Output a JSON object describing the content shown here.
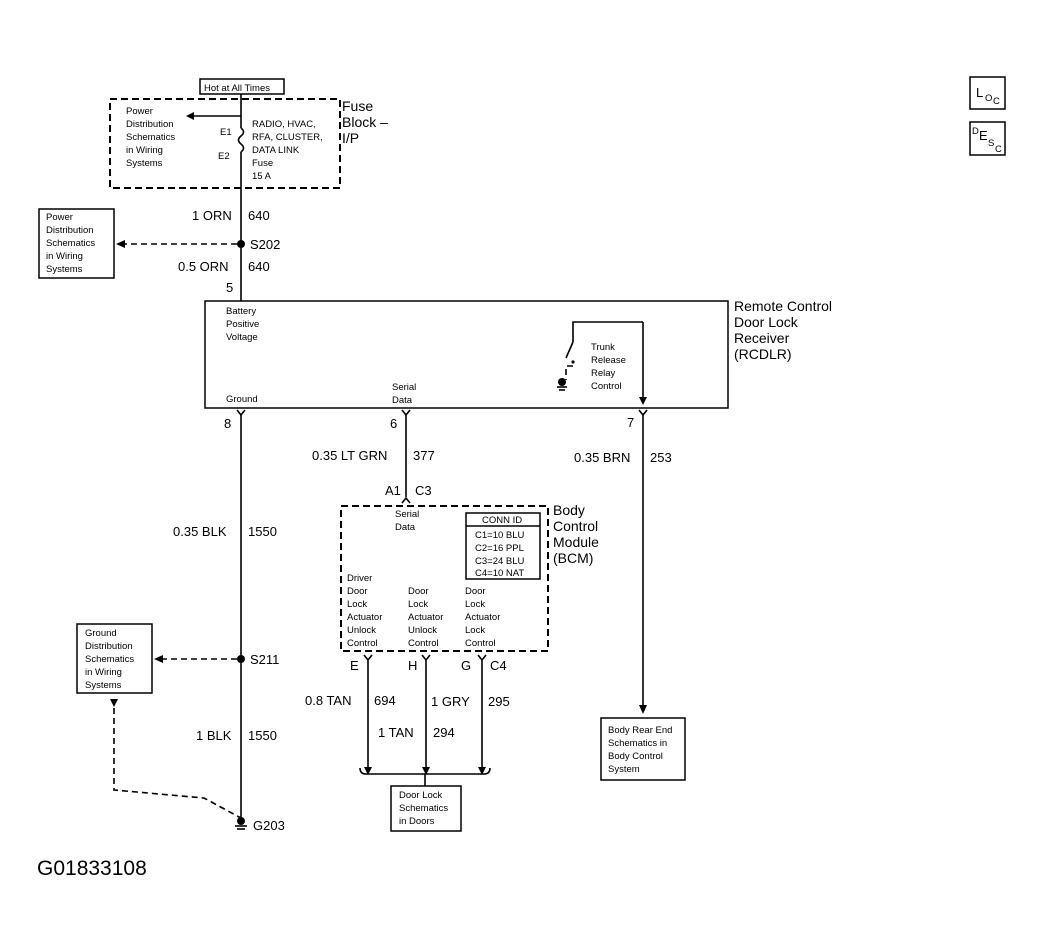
{
  "header": {
    "hot_label": "Hot at All Times",
    "loc_icon": {
      "main": "L",
      "sub": "O",
      "sub2": "C"
    },
    "desc_icon": {
      "main": "D",
      "sub": "E",
      "sub2": "S",
      "sub3": "C"
    }
  },
  "fuse_block": {
    "title_lines": [
      "Fuse",
      "Block –",
      "I/P"
    ],
    "ref_lines": [
      "Power",
      "Distribution",
      "Schematics",
      "in Wiring",
      "Systems"
    ],
    "fuse_desc_lines": [
      "RADIO, HVAC,",
      "RFA, CLUSTER,",
      "DATA LINK"
    ],
    "fuse_rating_lines": [
      "Fuse",
      "15 A"
    ],
    "terminal_in": "E1",
    "terminal_out": "E2"
  },
  "power_ref_box": {
    "lines": [
      "Power",
      "Distribution",
      "Schematics",
      "in Wiring",
      "Systems"
    ]
  },
  "wires": {
    "w640_upper": {
      "gauge": "1 ORN",
      "circuit": "640"
    },
    "w640_lower": {
      "gauge": "0.5 ORN",
      "circuit": "640"
    },
    "w377": {
      "gauge": "0.35 LT GRN",
      "circuit": "377"
    },
    "w253": {
      "gauge": "0.35 BRN",
      "circuit": "253"
    },
    "w1550_upper": {
      "gauge": "0.35 BLK",
      "circuit": "1550"
    },
    "w1550_lower": {
      "gauge": "1 BLK",
      "circuit": "1550"
    },
    "w694": {
      "gauge": "0.8 TAN",
      "circuit": "694"
    },
    "w294": {
      "gauge": "1 TAN",
      "circuit": "294"
    },
    "w295": {
      "gauge": "1 GRY",
      "circuit": "295"
    }
  },
  "splices": {
    "s202": "S202",
    "s211": "S211",
    "g203": "G203"
  },
  "rcdlr": {
    "title_lines": [
      "Remote Control",
      "Door Lock",
      "Receiver",
      "(RCDLR)"
    ],
    "battery_lines": [
      "Battery",
      "Positive",
      "Voltage"
    ],
    "ground_label": "Ground",
    "serial_lines": [
      "Serial",
      "Data"
    ],
    "trunk_lines": [
      "Trunk",
      "Release",
      "Relay",
      "Control"
    ],
    "pins": {
      "battery": "5",
      "ground": "8",
      "serial": "6",
      "trunk": "7"
    }
  },
  "bcm": {
    "title_lines": [
      "Body",
      "Control",
      "Module",
      "(BCM)"
    ],
    "serial_lines": [
      "Serial",
      "Data"
    ],
    "connector_top": {
      "pin": "A1",
      "conn": "C3"
    },
    "conn_id": {
      "title": "CONN ID",
      "rows": [
        "C1=10 BLU",
        "C2=16 PPL",
        "C3=24 BLU",
        "C4=10 NAT"
      ]
    },
    "outputs": [
      {
        "pin": "E",
        "lines": [
          "Driver",
          "Door",
          "Lock",
          "Actuator",
          "Unlock",
          "Control"
        ]
      },
      {
        "pin": "H",
        "lines": [
          "Door",
          "Lock",
          "Actuator",
          "Unlock",
          "Control"
        ]
      },
      {
        "pin": "G",
        "lines": [
          "Door",
          "Lock",
          "Actuator",
          "Lock",
          "Control"
        ]
      }
    ],
    "output_conn": "C4"
  },
  "ground_ref_box": {
    "lines": [
      "Ground",
      "Distribution",
      "Schematics",
      "in Wiring",
      "Systems"
    ]
  },
  "door_lock_box": {
    "lines": [
      "Door Lock",
      "Schematics",
      "in Doors"
    ]
  },
  "body_rear_box": {
    "lines": [
      "Body Rear End",
      "Schematics in",
      "Body Control",
      "System"
    ]
  },
  "figure_id": "G01833108"
}
